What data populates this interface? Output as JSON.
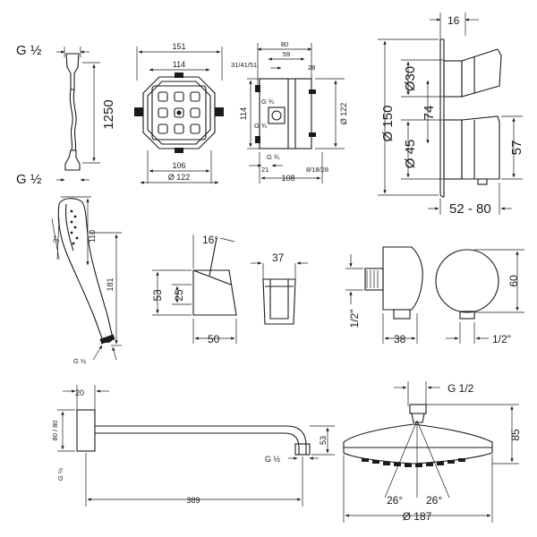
{
  "hose": {
    "thread_top": "G ½",
    "thread_bottom": "G ½",
    "length": "1250"
  },
  "box_front": {
    "width_outer": "151",
    "width_inner": "114",
    "width_base": "106",
    "diameter": "Ø 122"
  },
  "box_side": {
    "d80": "80",
    "d59": "59",
    "d_range": "31/41/51",
    "d28": "28",
    "height": "114",
    "diameter": "Ø 122",
    "g_top": "G ¾",
    "g_mid": "G ¾",
    "g_bottom": "G ¾",
    "d21": "21",
    "d108": "108",
    "d_range2": "8/18/28"
  },
  "thermostat": {
    "d16": "16",
    "d30": "Ø30",
    "d150": "Ø 150",
    "d74": "74",
    "d45": "Ø 45",
    "d57": "57",
    "depth": "52 - 80"
  },
  "hand_shower": {
    "angle": "3°",
    "d110": "110",
    "d181": "181",
    "thread": "G ½"
  },
  "wall_holder": {
    "angle": "16°",
    "d53": "53",
    "d25": "25",
    "d50": "50"
  },
  "porter": {
    "d37": "37"
  },
  "outlet": {
    "thread_side": "1/2\"",
    "d38": "38",
    "d60": "60",
    "thread_bottom": "1/2\""
  },
  "shower_arm": {
    "d20": "20",
    "d80": "80 / 80",
    "thread_left": "G ½",
    "d53": "53",
    "thread_right": "G ½",
    "length": "389"
  },
  "overhead": {
    "thread": "G 1/2",
    "height": "85",
    "angle_left": "26°",
    "angle_right": "26°",
    "diameter": "Ø 187"
  }
}
